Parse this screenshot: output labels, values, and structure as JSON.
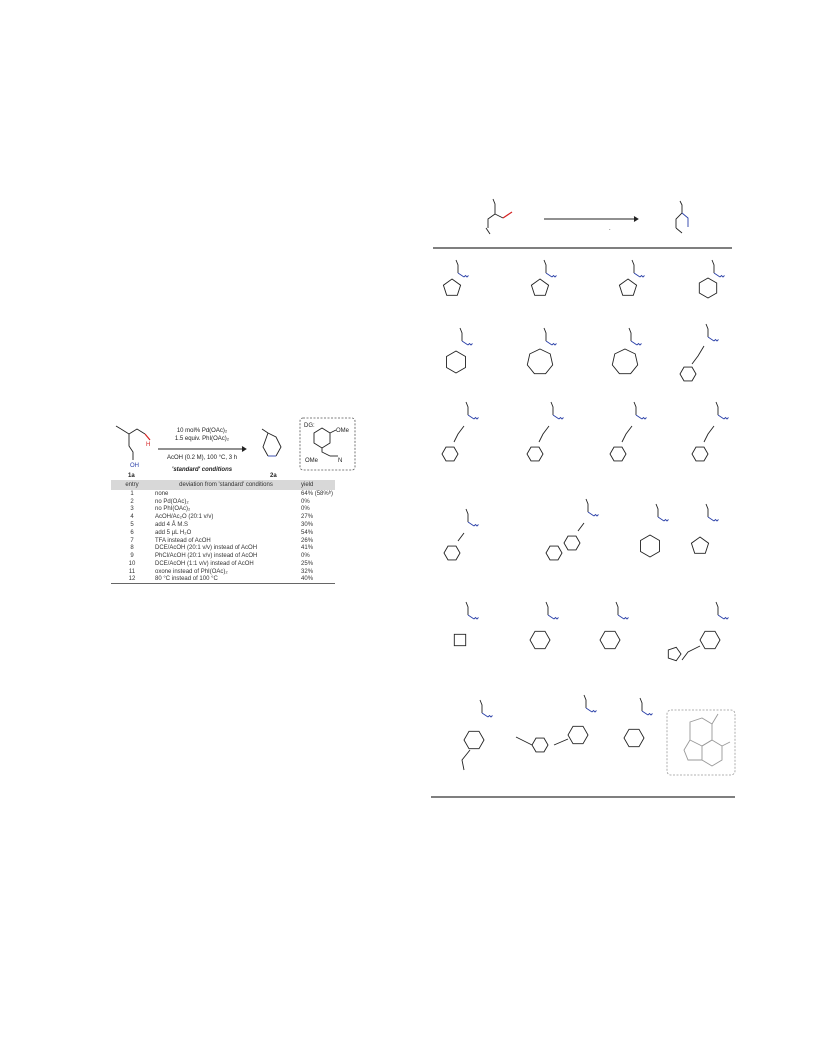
{
  "conditions_scheme": {
    "reagents_line1": "10 mol% Pd(OAc)₂",
    "reagents_line2": "1.5 equiv. PhI(OAc)₂",
    "reagents_line3": "AcOH (0.2 M), 100 °C, 3 h",
    "standard_label": "'standard' conditions",
    "substrate_label": "1a",
    "product_label": "2a",
    "substrate_oh": "OH",
    "substrate_h": "H",
    "dg_label": "DG:",
    "dg_ome_top": "OMe",
    "dg_ome_bottom": "OMe",
    "dg_n": "N"
  },
  "table": {
    "headers": [
      "entry",
      "deviation from 'standard' conditions",
      "yield"
    ],
    "rows": [
      [
        "1",
        "none",
        "64% (58%ᵇ)"
      ],
      [
        "2",
        "no Pd(OAc)₂",
        "0%"
      ],
      [
        "3",
        "no PhI(OAc)₂",
        "0%"
      ],
      [
        "4",
        "AcOH/Ac₂O (20:1 v/v)",
        "27%"
      ],
      [
        "5",
        "add 4 Å M.S",
        "30%"
      ],
      [
        "6",
        "add 5 µL H₂O",
        "54%"
      ],
      [
        "7",
        "TFA instead of AcOH",
        "26%"
      ],
      [
        "8",
        "DCE/AcOH (20:1 v/v) instead of AcOH",
        "41%"
      ],
      [
        "9",
        "PhCl/AcOH (20:1 v/v) instead of AcOH",
        "0%"
      ],
      [
        "10",
        "DCE/AcOH (1:1 v/v) instead of AcOH",
        "25%"
      ],
      [
        "11",
        "oxone instead of PhI(OAc)₂",
        "32%"
      ],
      [
        "12",
        "80 °C instead of 100 °C",
        "40%"
      ]
    ]
  },
  "scope_scheme": {
    "arrow_label": "."
  }
}
